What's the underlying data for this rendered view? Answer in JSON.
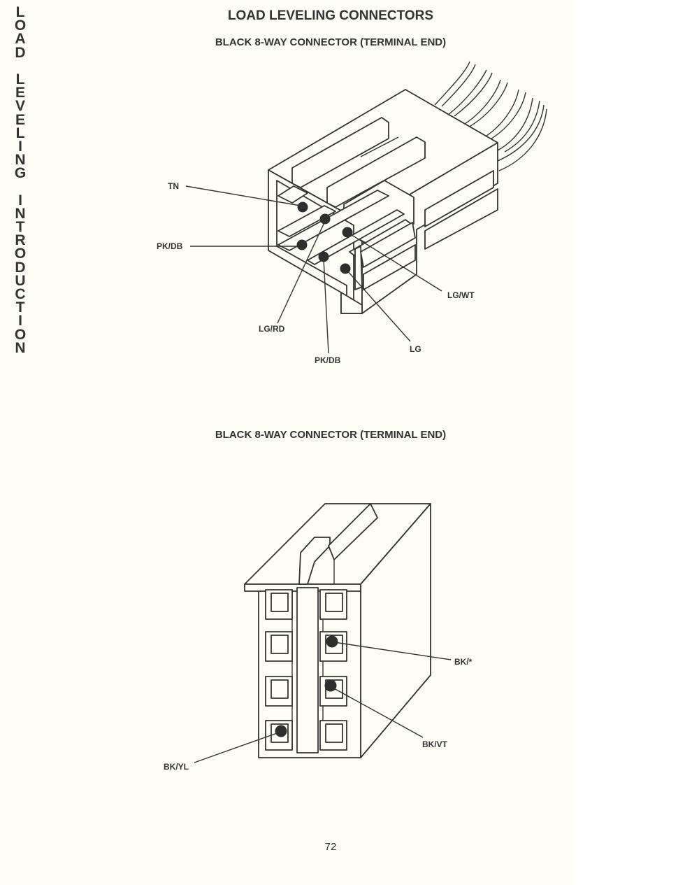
{
  "side_letters": [
    "L",
    "O",
    "A",
    "D",
    "",
    "L",
    "E",
    "V",
    "E",
    "L",
    "I",
    "N",
    "G",
    "",
    "I",
    "N",
    "T",
    "R",
    "O",
    "D",
    "U",
    "C",
    "T",
    "I",
    "O",
    "N"
  ],
  "title": "LOAD LEVELING CONNECTORS",
  "connector1": {
    "subtitle": "BLACK 8-WAY CONNECTOR (TERMINAL END)",
    "labels": {
      "tn": "TN",
      "pk_db_left": "PK/DB",
      "lg_rd": "LG/RD",
      "pk_db_bottom": "PK/DB",
      "lg": "LG",
      "lg_wt": "LG/WT"
    }
  },
  "connector2": {
    "subtitle": "BLACK 8-WAY CONNECTOR (TERMINAL END)",
    "labels": {
      "bk_star": "BK/*",
      "bk_vt": "BK/VT",
      "bk_yl": "BK/YL"
    }
  },
  "page_number": "72"
}
